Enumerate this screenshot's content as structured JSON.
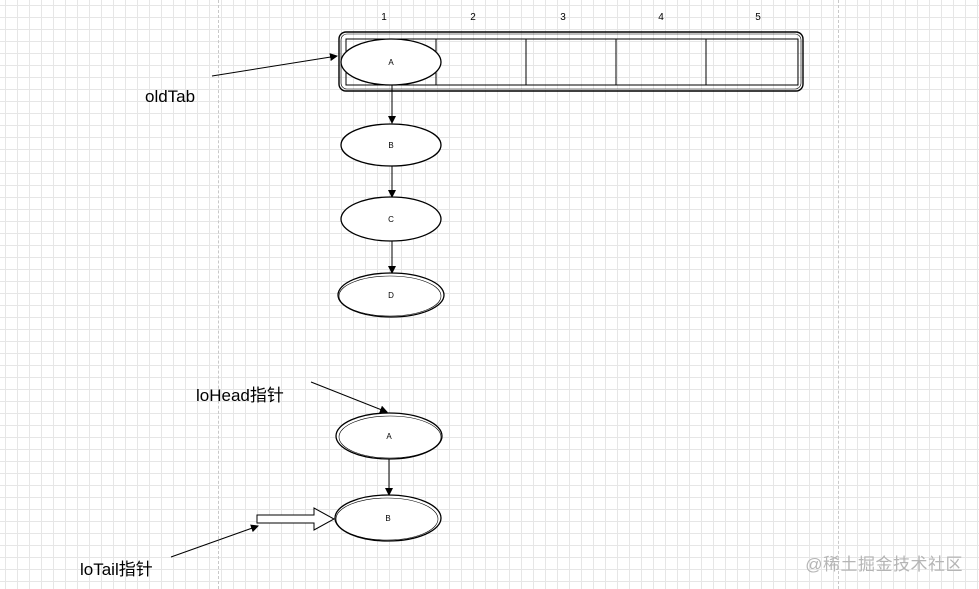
{
  "array": {
    "indices": [
      "1",
      "2",
      "3",
      "4",
      "5"
    ]
  },
  "old_chain": {
    "nodes": [
      "A",
      "B",
      "C",
      "D"
    ]
  },
  "new_chain": {
    "nodes": [
      "A",
      "B"
    ]
  },
  "labels": {
    "old_tab": "oldTab",
    "lo_head": "loHead指针",
    "lo_tail": "loTail指针"
  },
  "watermark": "@稀土掘金技术社区"
}
